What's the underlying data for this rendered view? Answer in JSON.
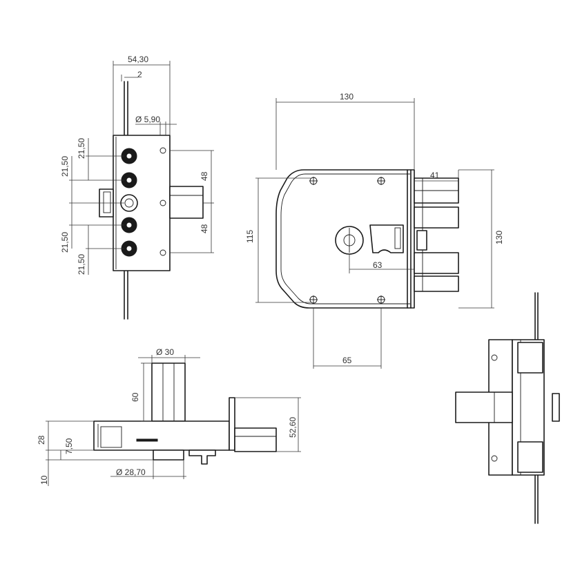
{
  "dimensions": {
    "front_width_overall": "54,30",
    "front_bolt_gap": "2",
    "front_hole_diameter": "Ø 5,90",
    "front_pitch_top": "21,50",
    "front_pitch_upper": "21,50",
    "front_pitch_lower": "21,50",
    "front_pitch_bottom": "21,50",
    "front_bolt_upper": "48",
    "front_bolt_lower": "48",
    "main_width": "130",
    "main_height": "130",
    "main_body_height": "115",
    "main_bolt_projection": "41",
    "main_backset": "63",
    "main_hole_spacing": "65",
    "bottom_cylinder_diameter": "Ø 30",
    "bottom_cylinder_height": "60",
    "bottom_bolt_height": "52,60",
    "bottom_thickness": "28",
    "bottom_step": "7,50",
    "bottom_offset": "10",
    "bottom_rosette_diameter": "Ø 28,70"
  },
  "colors": {
    "line": "#1a1a1a",
    "dimension": "#333333",
    "background": "#ffffff"
  }
}
